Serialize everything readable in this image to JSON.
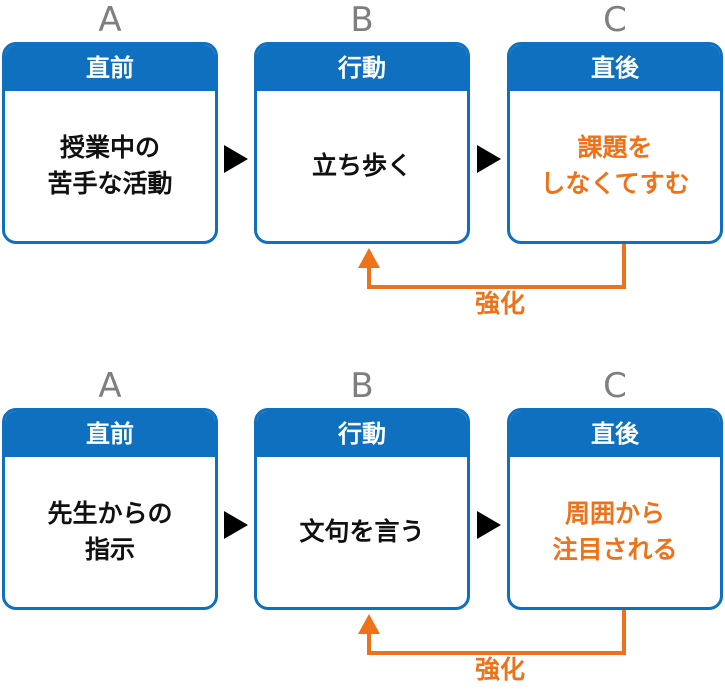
{
  "diagrams": [
    {
      "columns": {
        "a": "A",
        "b": "B",
        "c": "C"
      },
      "antecedent": {
        "header": "直前",
        "text": "授業中の\n苦手な活動"
      },
      "behavior": {
        "header": "行動",
        "text": "立ち歩く"
      },
      "consequence": {
        "header": "直後",
        "text": "課題を\nしなくてすむ"
      },
      "reinforcement_label": "強化"
    },
    {
      "columns": {
        "a": "A",
        "b": "B",
        "c": "C"
      },
      "antecedent": {
        "header": "直前",
        "text": "先生からの\n指示"
      },
      "behavior": {
        "header": "行動",
        "text": "文句を言う"
      },
      "consequence": {
        "header": "直後",
        "text": "周囲から\n注目される"
      },
      "reinforcement_label": "強化"
    }
  ],
  "colors": {
    "header_blue": "#0f70bf",
    "result_orange": "#ee7219",
    "letter_gray": "#7f7f7f"
  }
}
